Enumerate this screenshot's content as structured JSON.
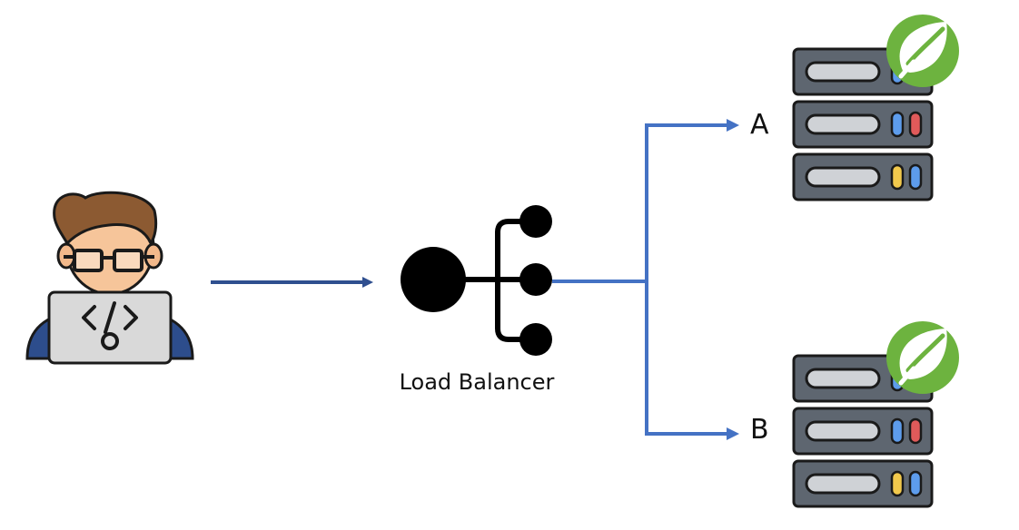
{
  "load_balancer": {
    "label": "Load Balancer"
  },
  "servers": [
    {
      "label": "A"
    },
    {
      "label": "B"
    }
  ],
  "icons": {
    "user": "developer-laptop-icon",
    "load_balancer": "load-balancer-icon",
    "server": "server-rack-icon",
    "spring": "spring-leaf-icon"
  },
  "colors": {
    "arrow_user": "#2f4f8f",
    "arrow_lb": "#4472c4",
    "server_body": "#5e6670",
    "spring_green": "#6db33f"
  }
}
